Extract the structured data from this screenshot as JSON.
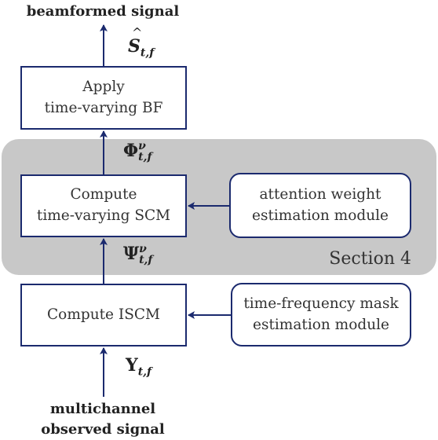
{
  "title_top": "beamformed signal",
  "title_bottom_line1": "multichannel",
  "title_bottom_line2": "observed signal",
  "region": {
    "label": "Section 4"
  },
  "boxes": {
    "apply_bf": {
      "line1": "Apply",
      "line2": "time-varying BF"
    },
    "compute_scm": {
      "line1": "Compute",
      "line2": "time-varying SCM"
    },
    "attention": {
      "line1": "attention weight",
      "line2": "estimation module"
    },
    "compute_iscm": {
      "line1": "Compute ISCM"
    },
    "tf_mask": {
      "line1": "time-frequency mask",
      "line2": "estimation module"
    }
  },
  "symbols": {
    "s_hat": {
      "base": "S",
      "sub": "t,f"
    },
    "phi": {
      "base": "Φ",
      "sup": "ν",
      "sub": "t,f"
    },
    "psi": {
      "base": "Ψ",
      "sup": "ν",
      "sub": "t,f"
    },
    "y": {
      "base": "Y",
      "sub": "t,f"
    }
  },
  "colors": {
    "line": "#1b2a6e",
    "region": "#c8c8c8"
  }
}
